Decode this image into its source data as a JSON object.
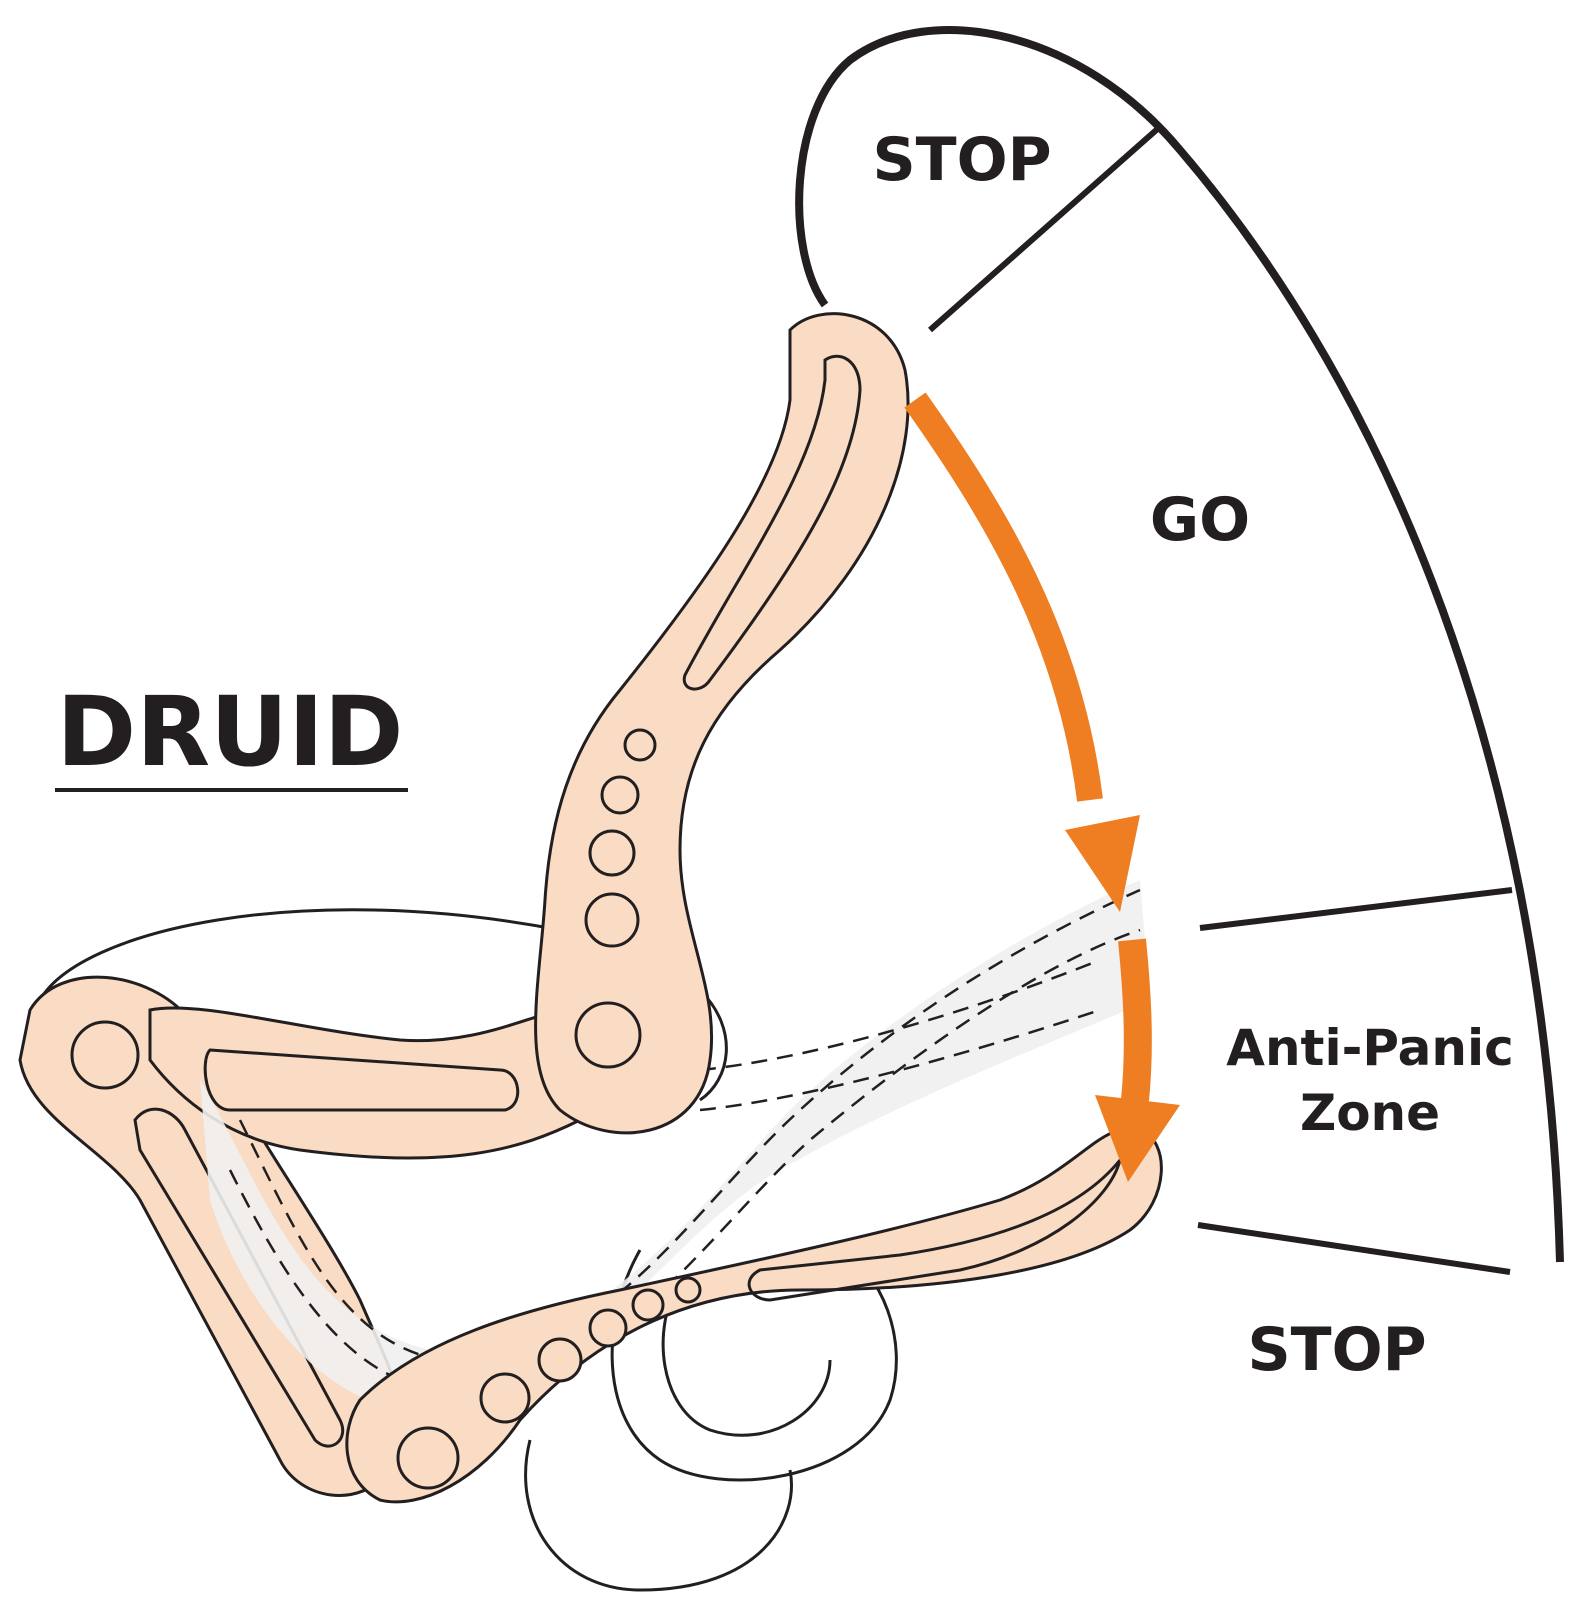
{
  "title": "DRUID",
  "zones": {
    "stop_top": "STOP",
    "go": "GO",
    "anti_panic_line1": "Anti-Panic",
    "anti_panic_line2": "Zone",
    "stop_bottom": "STOP"
  },
  "colors": {
    "device_fill": "#f9dcc3",
    "arrow": "#ef7d22",
    "ink": "#231f20",
    "rope": "#f0f0f0"
  }
}
